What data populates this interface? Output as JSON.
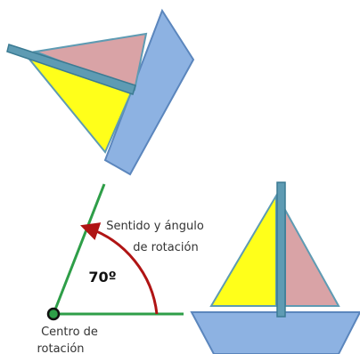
{
  "labels": {
    "direction_line1": "Sentido y ángulo",
    "direction_line2": "de rotación",
    "angle": "70º",
    "center_line1": "Centro de",
    "center_line2": "rotación"
  },
  "colors": {
    "sail_yellow": "#ffff1a",
    "sail_pink": "#d9a3a6",
    "hull_blue": "#8db2e2",
    "rotation_line_green": "#2e9e48",
    "arc_red": "#b01414",
    "mast_teal": "#5e9bb3"
  },
  "rotation_angle_degrees": 70
}
